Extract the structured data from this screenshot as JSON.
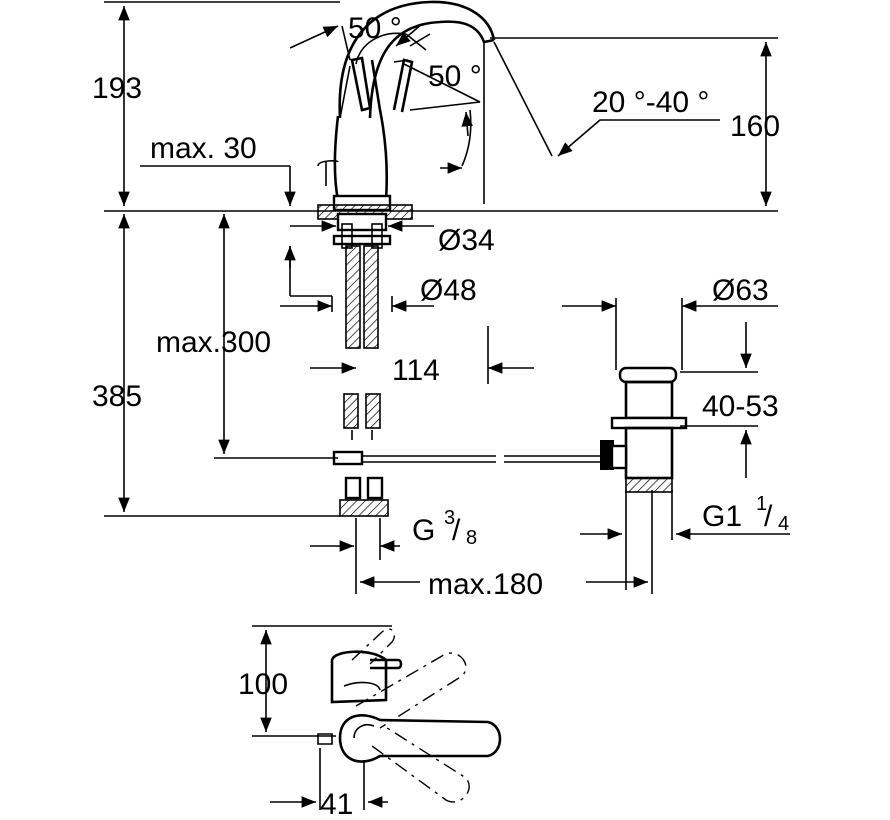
{
  "diagram": {
    "dimensions": {
      "d193": "193",
      "d50_top": "50 °",
      "d50_side": "50 °",
      "d20_40": "20 °-40 °",
      "d160": "160",
      "max30": "max. 30",
      "d34": "Ø34",
      "d48": "Ø48",
      "d63": "Ø63",
      "max300": "max.300",
      "d114": "114",
      "d385": "385",
      "d40_53": "40-53",
      "g38_main": "G",
      "g38_num": "3",
      "g38_den": "8",
      "g114_main": "G1",
      "g114_num": "1",
      "g114_den": "4",
      "max180": "max.180",
      "d100": "100",
      "d41": "41"
    }
  }
}
